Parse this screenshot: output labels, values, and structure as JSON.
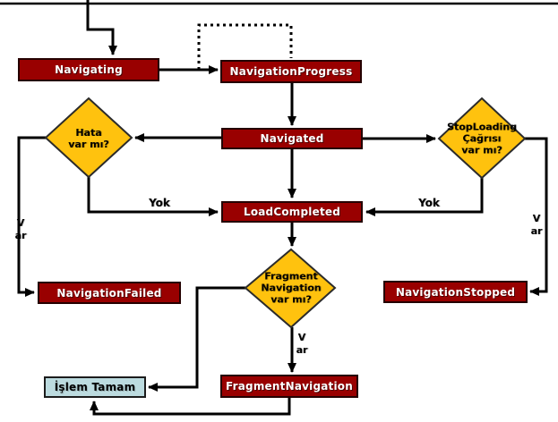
{
  "diagram": {
    "kind": "flowchart",
    "language": "Turkish",
    "background": "#ffffff"
  },
  "colors": {
    "state_fill": "#990000",
    "state_border": "#240000",
    "state_text": "#ffffff",
    "decision_fill": "#ffc20e",
    "decision_border": "#2b2b2b",
    "decision_text": "#000000",
    "terminal_fill": "#bcdbdf",
    "terminal_text": "#000000",
    "connector": "#000000"
  },
  "nodes": {
    "navigating": {
      "label": "Navigating",
      "type": "state"
    },
    "navigation_progress": {
      "label": "NavigationProgress",
      "type": "state"
    },
    "navigated": {
      "label": "Navigated",
      "type": "state"
    },
    "load_completed": {
      "label": "LoadCompleted",
      "type": "state"
    },
    "navigation_failed": {
      "label": "NavigationFailed",
      "type": "state"
    },
    "navigation_stopped": {
      "label": "NavigationStopped",
      "type": "state"
    },
    "fragment_navigation": {
      "label": "FragmentNavigation",
      "type": "state"
    },
    "islem_tamam": {
      "label": "İşlem Tamam",
      "type": "terminal"
    }
  },
  "decisions": {
    "hata": {
      "label": "Hata\nvar mı?"
    },
    "stop_loading": {
      "label": "StopLoading\nÇağrısı\nvar mı?"
    },
    "fragment": {
      "label": "Fragment\nNavigation\nvar mı?"
    }
  },
  "edge_labels": {
    "yok_left": "Yok",
    "yok_right": "Yok",
    "var_left": "Var",
    "var_right": "Var",
    "var_middle": "Var"
  },
  "edges": [
    {
      "from": "start",
      "to": "Navigating",
      "label": ""
    },
    {
      "from": "Navigating",
      "to": "NavigationProgress",
      "label": ""
    },
    {
      "from": "NavigationProgress",
      "to": "NavigationProgress",
      "label": "",
      "style": "dotted-self-loop"
    },
    {
      "from": "NavigationProgress",
      "to": "Navigated",
      "label": ""
    },
    {
      "from": "Navigated",
      "to": "Hata var mı?",
      "label": ""
    },
    {
      "from": "Navigated",
      "to": "StopLoading Çağrısı var mı?",
      "label": ""
    },
    {
      "from": "Navigated",
      "to": "LoadCompleted",
      "label": ""
    },
    {
      "from": "Hata var mı?",
      "to": "LoadCompleted",
      "label": "Yok"
    },
    {
      "from": "Hata var mı?",
      "to": "NavigationFailed",
      "label": "Var"
    },
    {
      "from": "StopLoading Çağrısı var mı?",
      "to": "LoadCompleted",
      "label": "Yok"
    },
    {
      "from": "StopLoading Çağrısı var mı?",
      "to": "NavigationStopped",
      "label": "Var"
    },
    {
      "from": "LoadCompleted",
      "to": "Fragment Navigation var mı?",
      "label": ""
    },
    {
      "from": "Fragment Navigation var mı?",
      "to": "FragmentNavigation",
      "label": "Var"
    },
    {
      "from": "Fragment Navigation var mı?",
      "to": "İşlem Tamam",
      "label": ""
    },
    {
      "from": "FragmentNavigation",
      "to": "İşlem Tamam",
      "label": ""
    }
  ]
}
